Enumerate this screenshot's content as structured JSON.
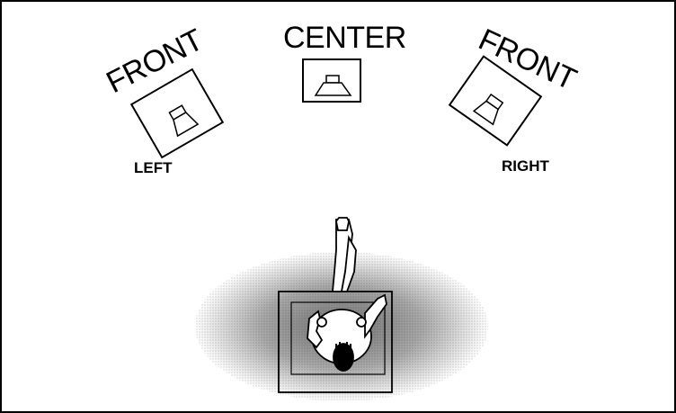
{
  "diagram": {
    "labels": {
      "front_left": "FRONT",
      "center": "CENTER",
      "front_right": "FRONT",
      "left": "LEFT",
      "right": "RIGHT"
    },
    "speakers": [
      {
        "id": "front-left",
        "icon": "speaker-icon"
      },
      {
        "id": "center",
        "icon": "speaker-icon"
      },
      {
        "id": "front-right",
        "icon": "speaker-icon"
      }
    ],
    "listener": {
      "icon": "listener-in-chair-icon"
    },
    "colors": {
      "line": "#000000",
      "background": "#ffffff",
      "sweet_spot": "#9a9a9a"
    }
  }
}
